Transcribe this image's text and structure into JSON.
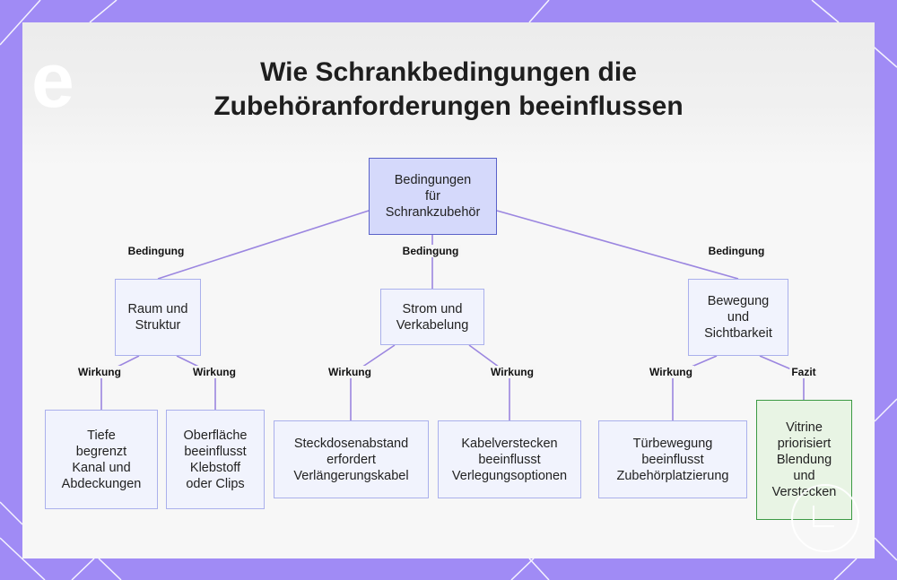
{
  "title": "Wie Schrankbedingungen die\nZubehöranforderungen beeinflussen",
  "colors": {
    "background": "#a08bf5",
    "edge": "#9b86e0",
    "root_fill": "#d5d9fb",
    "node_fill": "#f1f3fd",
    "highlight_fill": "#e8f4e4"
  },
  "nodes": {
    "root": "Bedingungen\nfür\nSchrankzubehör",
    "space": "Raum und\nStruktur",
    "power": "Strom und\nVerkabelung",
    "movement": "Bewegung\nund\nSichtbarkeit",
    "depth": "Tiefe\nbegrenzt\nKanal und\nAbdeckungen",
    "surface": "Oberfläche\nbeeinflusst\nKlebstoff\noder Clips",
    "outlet": "Steckdosenabstand\nerfordert\nVerlängerungskabel",
    "cable": "Kabelverstecken\nbeeinflusst\nVerlegungsoptionen",
    "door": "Türbewegung\nbeeinflusst\nZubehörplatzierung",
    "vitrine": "Vitrine\npriorisiert\nBlendung\nund\nVerstecken"
  },
  "edge_labels": {
    "root_space": "Bedingung",
    "root_power": "Bedingung",
    "root_movement": "Bedingung",
    "space_depth": "Wirkung",
    "space_surface": "Wirkung",
    "power_outlet": "Wirkung",
    "power_cable": "Wirkung",
    "movement_door": "Wirkung",
    "movement_vitrine": "Fazit"
  }
}
